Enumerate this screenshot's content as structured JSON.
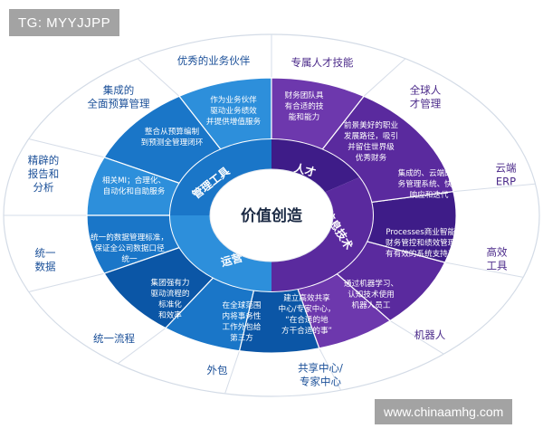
{
  "watermark_top": "TG: MYYJJPP",
  "watermark_bottom": "www.chinaamhg.com",
  "center": "价值创造",
  "ring": {
    "mgmt": "管理工具",
    "talent": "人才",
    "info": "信息技术",
    "ops": "运营"
  },
  "inner": {
    "i1": [
      "作为业务伙伴",
      "驱动业务绩效",
      "并提供增值服务"
    ],
    "i2": [
      "整合从预算编制",
      "到预测全管理闭环"
    ],
    "i3": [
      "相关MI；合理化、",
      "自动化和自助服务"
    ],
    "i4": [
      "统一的数据管理标准，",
      "保证全公司数据口径",
      "统一"
    ],
    "i5": [
      "集团强有力",
      "驱动流程的",
      "标准化",
      "和效率"
    ],
    "i6": [
      "在全球范围",
      "内将事务性",
      "工作外包给",
      "第三方"
    ],
    "i7": [
      "建立高效共享",
      "中心/专家中心，",
      "“在合适的地",
      "方干合适的事”"
    ],
    "i8": [
      "通过机器学习、",
      "认知技术使用",
      "机器人员工"
    ],
    "i9": [
      "Processes商业智能、",
      "财务管控和绩效管理均",
      "有有效的系统支持工具"
    ],
    "i10": [
      "集成的、云端的业",
      "务管理系统、快速",
      "响应和迭代"
    ],
    "i11": [
      "前景美好的职业",
      "发展路径，吸引",
      "并留住世界级",
      "优秀财务"
    ],
    "i12": [
      "财务团队具",
      "有合适的技",
      "能和能力"
    ]
  },
  "outer": {
    "o1": [
      "优秀的业务伙伴"
    ],
    "o2": [
      "集成的",
      "全面预算管理"
    ],
    "o3": [
      "精辟的",
      "报告和",
      "分析"
    ],
    "o4": [
      "统一",
      "数据"
    ],
    "o5": [
      "统一流程"
    ],
    "o6": [
      "外包"
    ],
    "o7": [
      "共享中心/",
      "专家中心"
    ],
    "o8": [
      "机器人"
    ],
    "o9": [
      "高效",
      "工具"
    ],
    "o10": [
      "云端",
      "ERP"
    ],
    "o11": [
      "全球人",
      "才管理"
    ],
    "o12": [
      "专属人才技能"
    ]
  },
  "colors": {
    "blue_dark": "#0b56a6",
    "blue_mid": "#1a76c8",
    "blue_light": "#2d8fdb",
    "purple_dark": "#3e1c88",
    "purple_mid": "#5a2a9e",
    "purple_light": "#6d38ad",
    "outer_blue_text": "#1a4f98",
    "outer_purple_text": "#4b2a8a"
  }
}
